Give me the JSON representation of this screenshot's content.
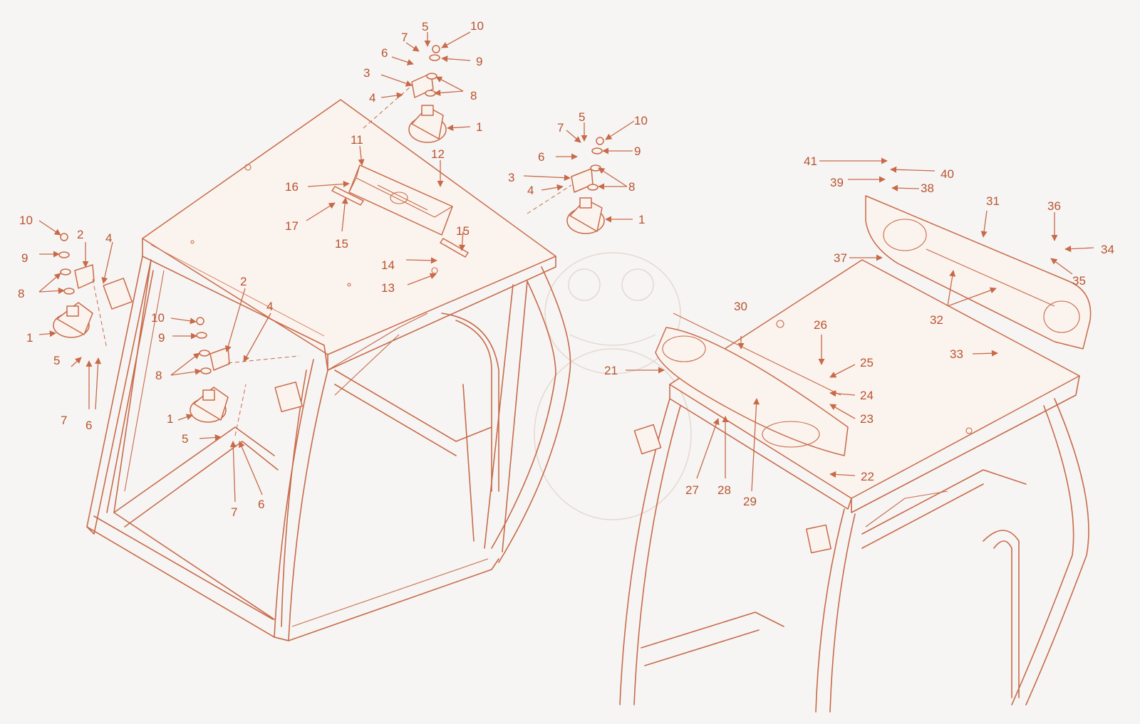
{
  "diagram": {
    "style": {
      "line_color": "#c86a48",
      "label_color": "#b8532e",
      "background": "#f6f5f4"
    },
    "callouts": {
      "left_assembly": [
        "1",
        "2",
        "3",
        "4",
        "5",
        "6",
        "7",
        "8",
        "9",
        "10",
        "11",
        "12",
        "13",
        "14",
        "15",
        "16",
        "17"
      ],
      "right_assembly": [
        "21",
        "22",
        "23",
        "24",
        "25",
        "26",
        "27",
        "28",
        "29",
        "30",
        "31",
        "32",
        "33",
        "34",
        "35",
        "36",
        "37",
        "38",
        "39",
        "40",
        "41"
      ]
    }
  }
}
